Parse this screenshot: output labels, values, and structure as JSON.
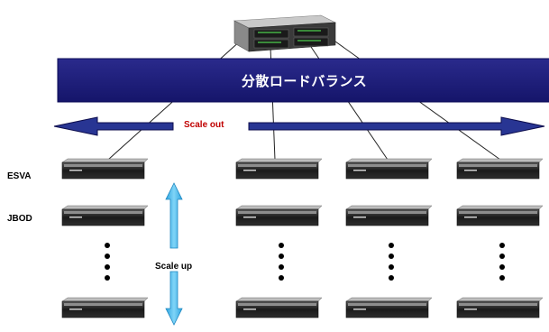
{
  "diagram": {
    "banner_label": "分散ロードバランス",
    "scale_out_label": "Scale out",
    "scale_up_label": "Scale up",
    "row_labels": {
      "esva": "ESVA",
      "jbod": "JBOD"
    },
    "colors": {
      "banner_fill": "#1e1e7a",
      "arrow_fill": "#283593",
      "arrow_stroke": "#0d0d4d",
      "scale_up_arrow": "#3fb6ea",
      "scale_out_text": "#c00000"
    },
    "columns": 4
  }
}
